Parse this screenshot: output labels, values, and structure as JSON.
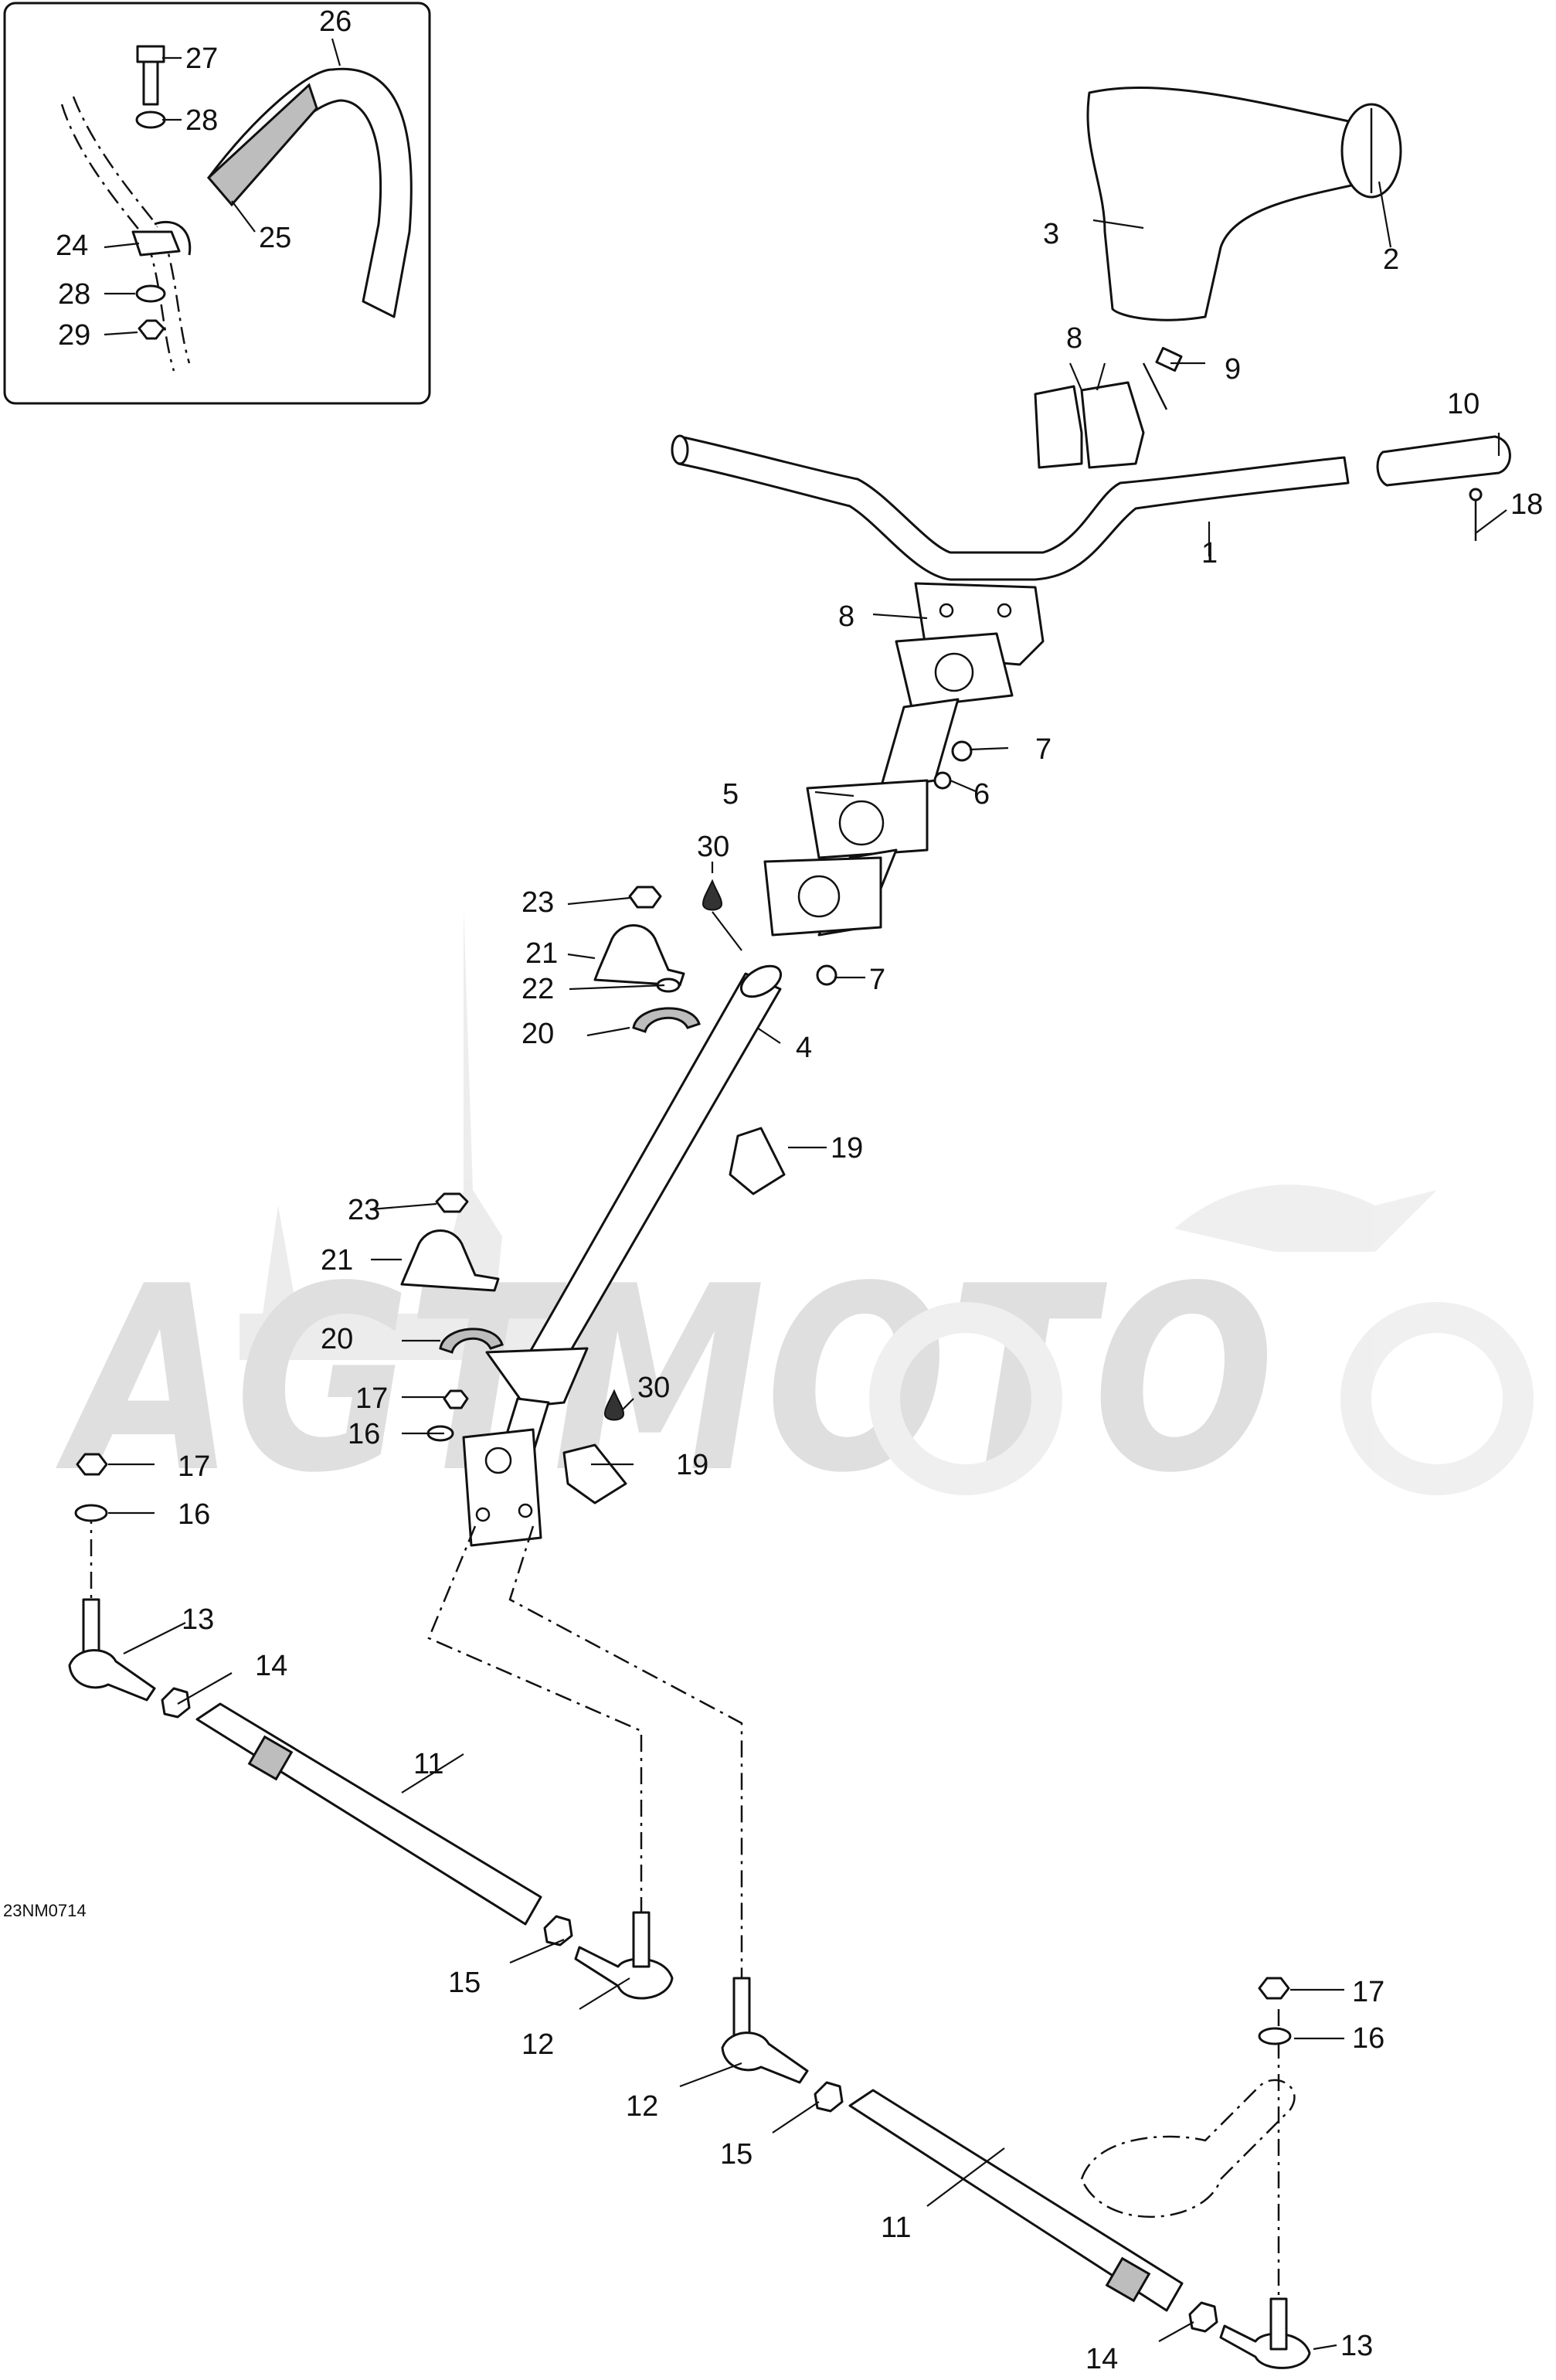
{
  "diagram": {
    "drawing_code": "23NM0714",
    "watermark": "AGTMOTO",
    "callouts": [
      {
        "id": "c1",
        "label": "1"
      },
      {
        "id": "c2",
        "label": "2"
      },
      {
        "id": "c3",
        "label": "3"
      },
      {
        "id": "c4",
        "label": "4"
      },
      {
        "id": "c5",
        "label": "5"
      },
      {
        "id": "c6",
        "label": "6"
      },
      {
        "id": "c7a",
        "label": "7"
      },
      {
        "id": "c7b",
        "label": "7"
      },
      {
        "id": "c8a",
        "label": "8"
      },
      {
        "id": "c8b",
        "label": "8"
      },
      {
        "id": "c9",
        "label": "9"
      },
      {
        "id": "c10",
        "label": "10"
      },
      {
        "id": "c11a",
        "label": "11"
      },
      {
        "id": "c11b",
        "label": "11"
      },
      {
        "id": "c12a",
        "label": "12"
      },
      {
        "id": "c12b",
        "label": "12"
      },
      {
        "id": "c13a",
        "label": "13"
      },
      {
        "id": "c13b",
        "label": "13"
      },
      {
        "id": "c14a",
        "label": "14"
      },
      {
        "id": "c14b",
        "label": "14"
      },
      {
        "id": "c15a",
        "label": "15"
      },
      {
        "id": "c15b",
        "label": "15"
      },
      {
        "id": "c16a",
        "label": "16"
      },
      {
        "id": "c16b",
        "label": "16"
      },
      {
        "id": "c16c",
        "label": "16"
      },
      {
        "id": "c17a",
        "label": "17"
      },
      {
        "id": "c17b",
        "label": "17"
      },
      {
        "id": "c17c",
        "label": "17"
      },
      {
        "id": "c18",
        "label": "18"
      },
      {
        "id": "c19a",
        "label": "19"
      },
      {
        "id": "c19b",
        "label": "19"
      },
      {
        "id": "c20a",
        "label": "20"
      },
      {
        "id": "c20b",
        "label": "20"
      },
      {
        "id": "c21a",
        "label": "21"
      },
      {
        "id": "c21b",
        "label": "21"
      },
      {
        "id": "c22",
        "label": "22"
      },
      {
        "id": "c23a",
        "label": "23"
      },
      {
        "id": "c23b",
        "label": "23"
      },
      {
        "id": "c24",
        "label": "24"
      },
      {
        "id": "c25",
        "label": "25"
      },
      {
        "id": "c26",
        "label": "26"
      },
      {
        "id": "c27",
        "label": "27"
      },
      {
        "id": "c28a",
        "label": "28"
      },
      {
        "id": "c28b",
        "label": "28"
      },
      {
        "id": "c29",
        "label": "29"
      },
      {
        "id": "c30a",
        "label": "30"
      },
      {
        "id": "c30b",
        "label": "30"
      }
    ]
  }
}
